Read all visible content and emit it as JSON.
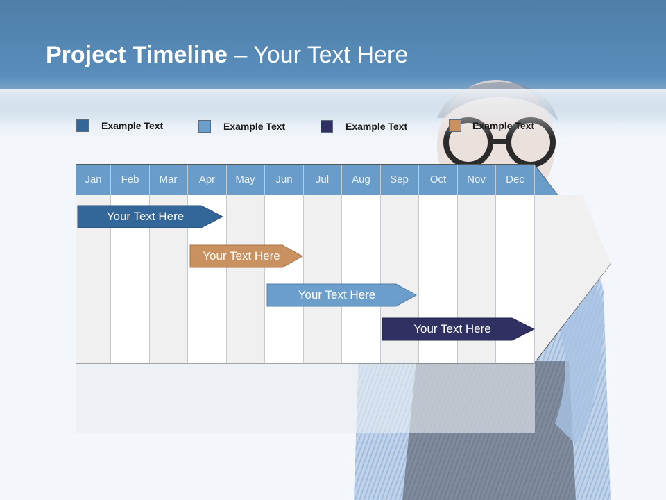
{
  "slide": {
    "title_bold": "Project Timeline",
    "title_rest": " – Your Text Here"
  },
  "legend": [
    {
      "label": "Example Text",
      "color": "#336699"
    },
    {
      "label": "Example Text",
      "color": "#6c9ecb"
    },
    {
      "label": "Example Text",
      "color": "#303062"
    },
    {
      "label": "Example Text",
      "color": "#c8915f"
    }
  ],
  "timeline": {
    "months": [
      "Jan",
      "Feb",
      "Mar",
      "Apr",
      "May",
      "Jun",
      "Jul",
      "Aug",
      "Sep",
      "Oct",
      "Nov",
      "Dec"
    ],
    "header_color": "#6a9cc9",
    "tasks": [
      {
        "label": "Your  Text Here",
        "color": "#336699"
      },
      {
        "label": "Your  Text Here",
        "color": "#c8915f"
      },
      {
        "label": "Your  Text Here",
        "color": "#6c9ecb"
      },
      {
        "label": "Your  Text Here",
        "color": "#303062"
      }
    ]
  }
}
